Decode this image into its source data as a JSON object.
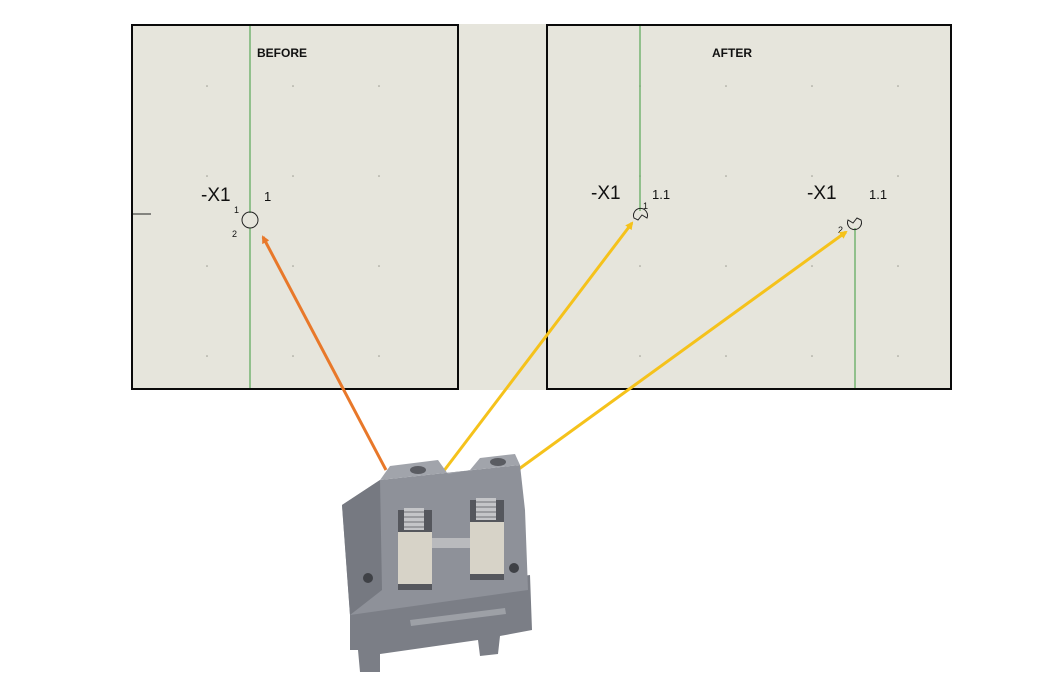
{
  "before": {
    "title": "BEFORE",
    "tag": "-X1",
    "terminal_number": "1",
    "pin_top": "1",
    "pin_bottom": "2"
  },
  "after": {
    "title": "AFTER",
    "left": {
      "tag": "-X1",
      "terminal_number": "1.1",
      "pin": "1"
    },
    "right": {
      "tag": "-X1",
      "terminal_number": "1.1",
      "pin": "2"
    }
  },
  "colors": {
    "panel_background": "#e6e5dc",
    "panel_border": "#0a0a0a",
    "wire": "#3c9a3c",
    "arrow_before": "#e8782a",
    "arrow_after": "#f5c21b",
    "terminal_block": "#8b8e95"
  }
}
